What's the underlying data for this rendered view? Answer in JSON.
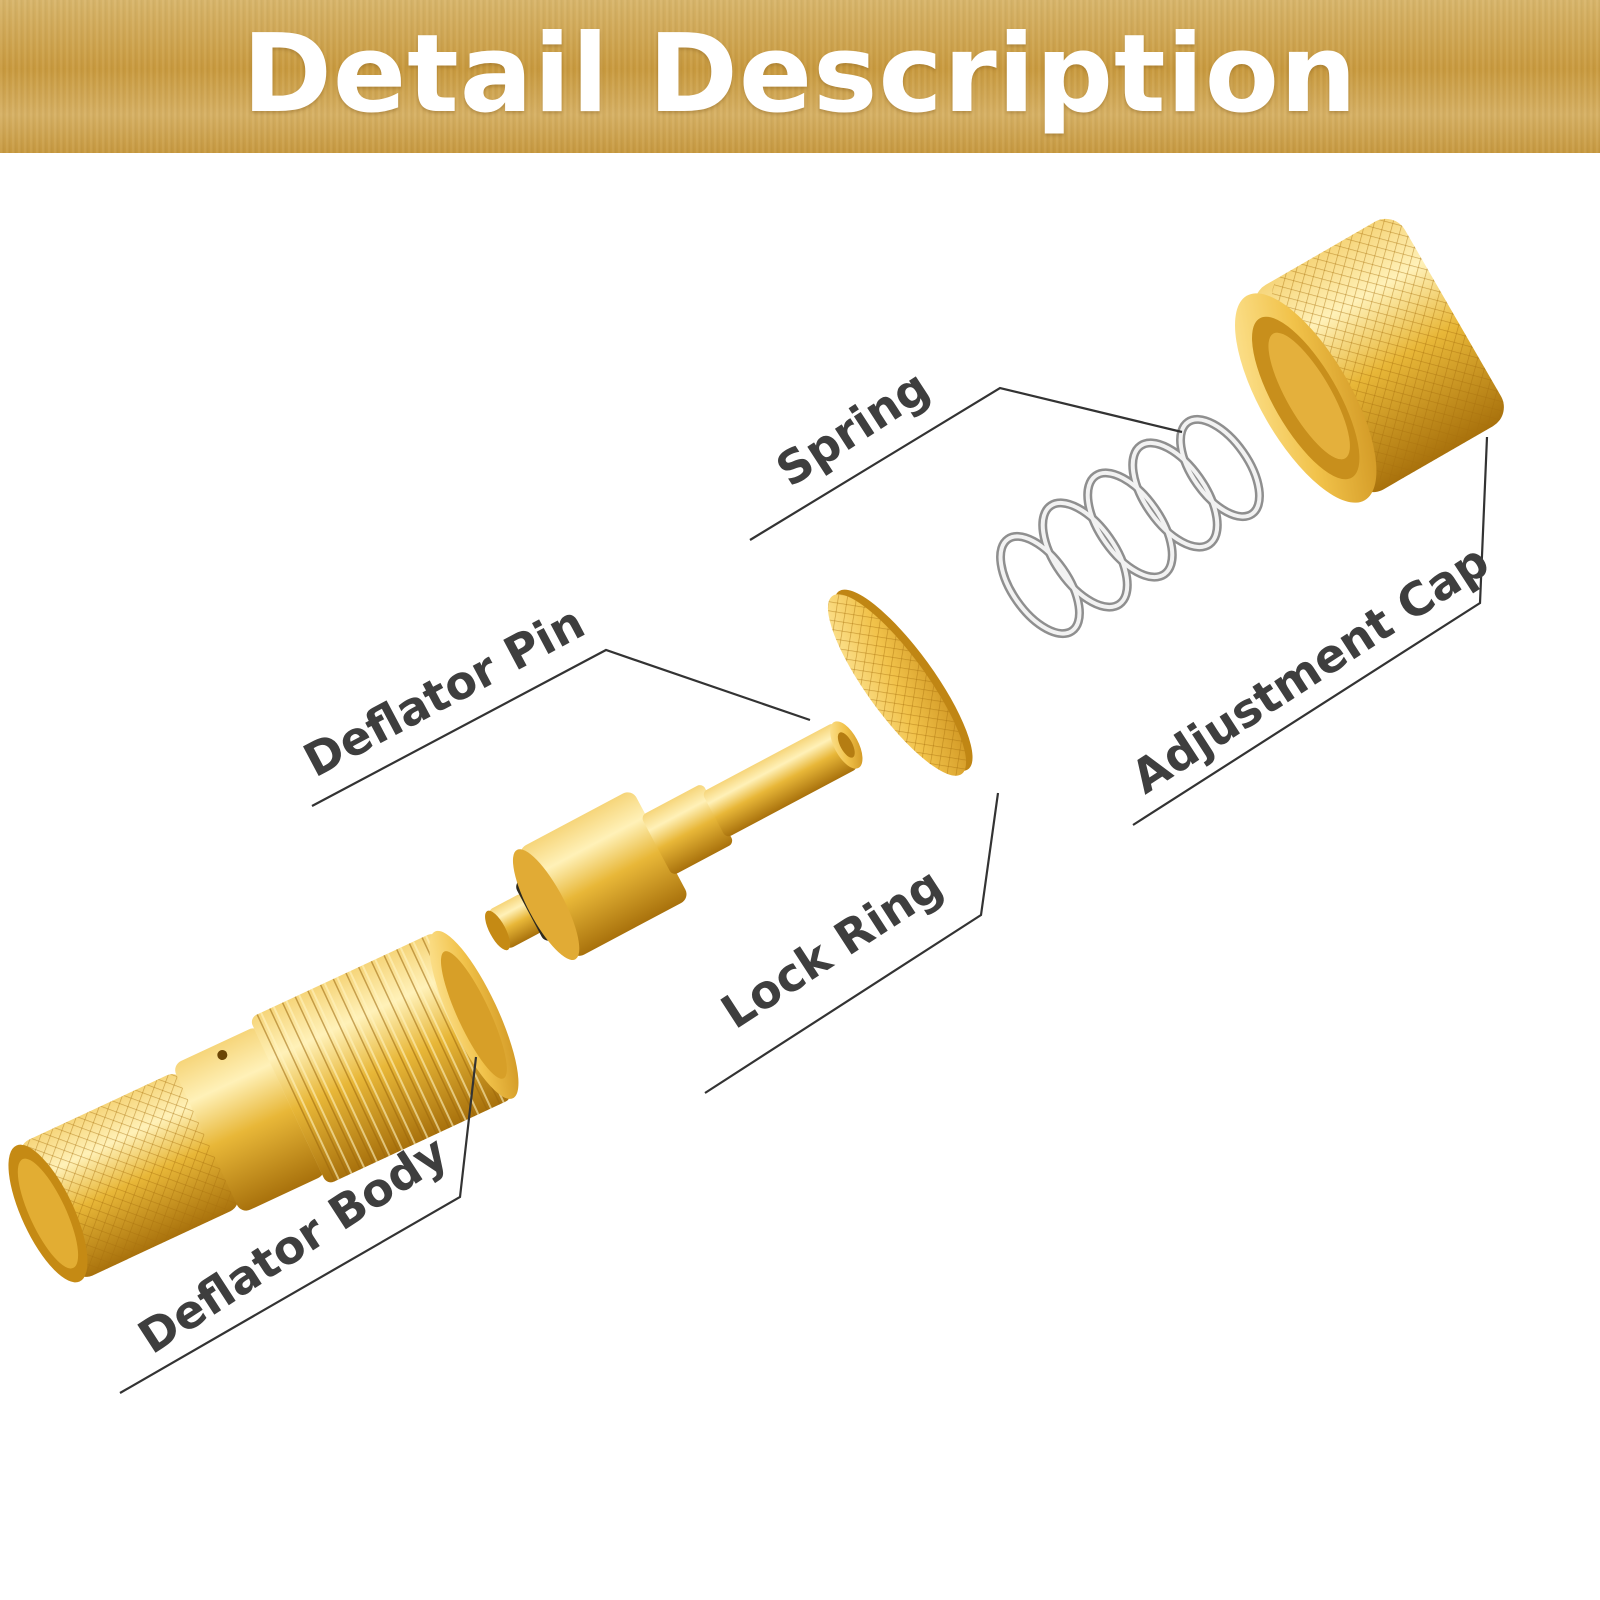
{
  "header": {
    "title": "Detail Description"
  },
  "parts": {
    "spring": "Spring",
    "deflator_pin": "Deflator Pin",
    "lock_ring": "Lock Ring",
    "adjustment_cap": "Adjustment Cap",
    "deflator_body": "Deflator Body"
  },
  "colors": {
    "brass_light": "#fbe38a",
    "brass_mid": "#e9b93a",
    "brass_dark": "#b9800f",
    "spring_silver": "#d9d9d9",
    "label_text": "#3e3e3e"
  }
}
